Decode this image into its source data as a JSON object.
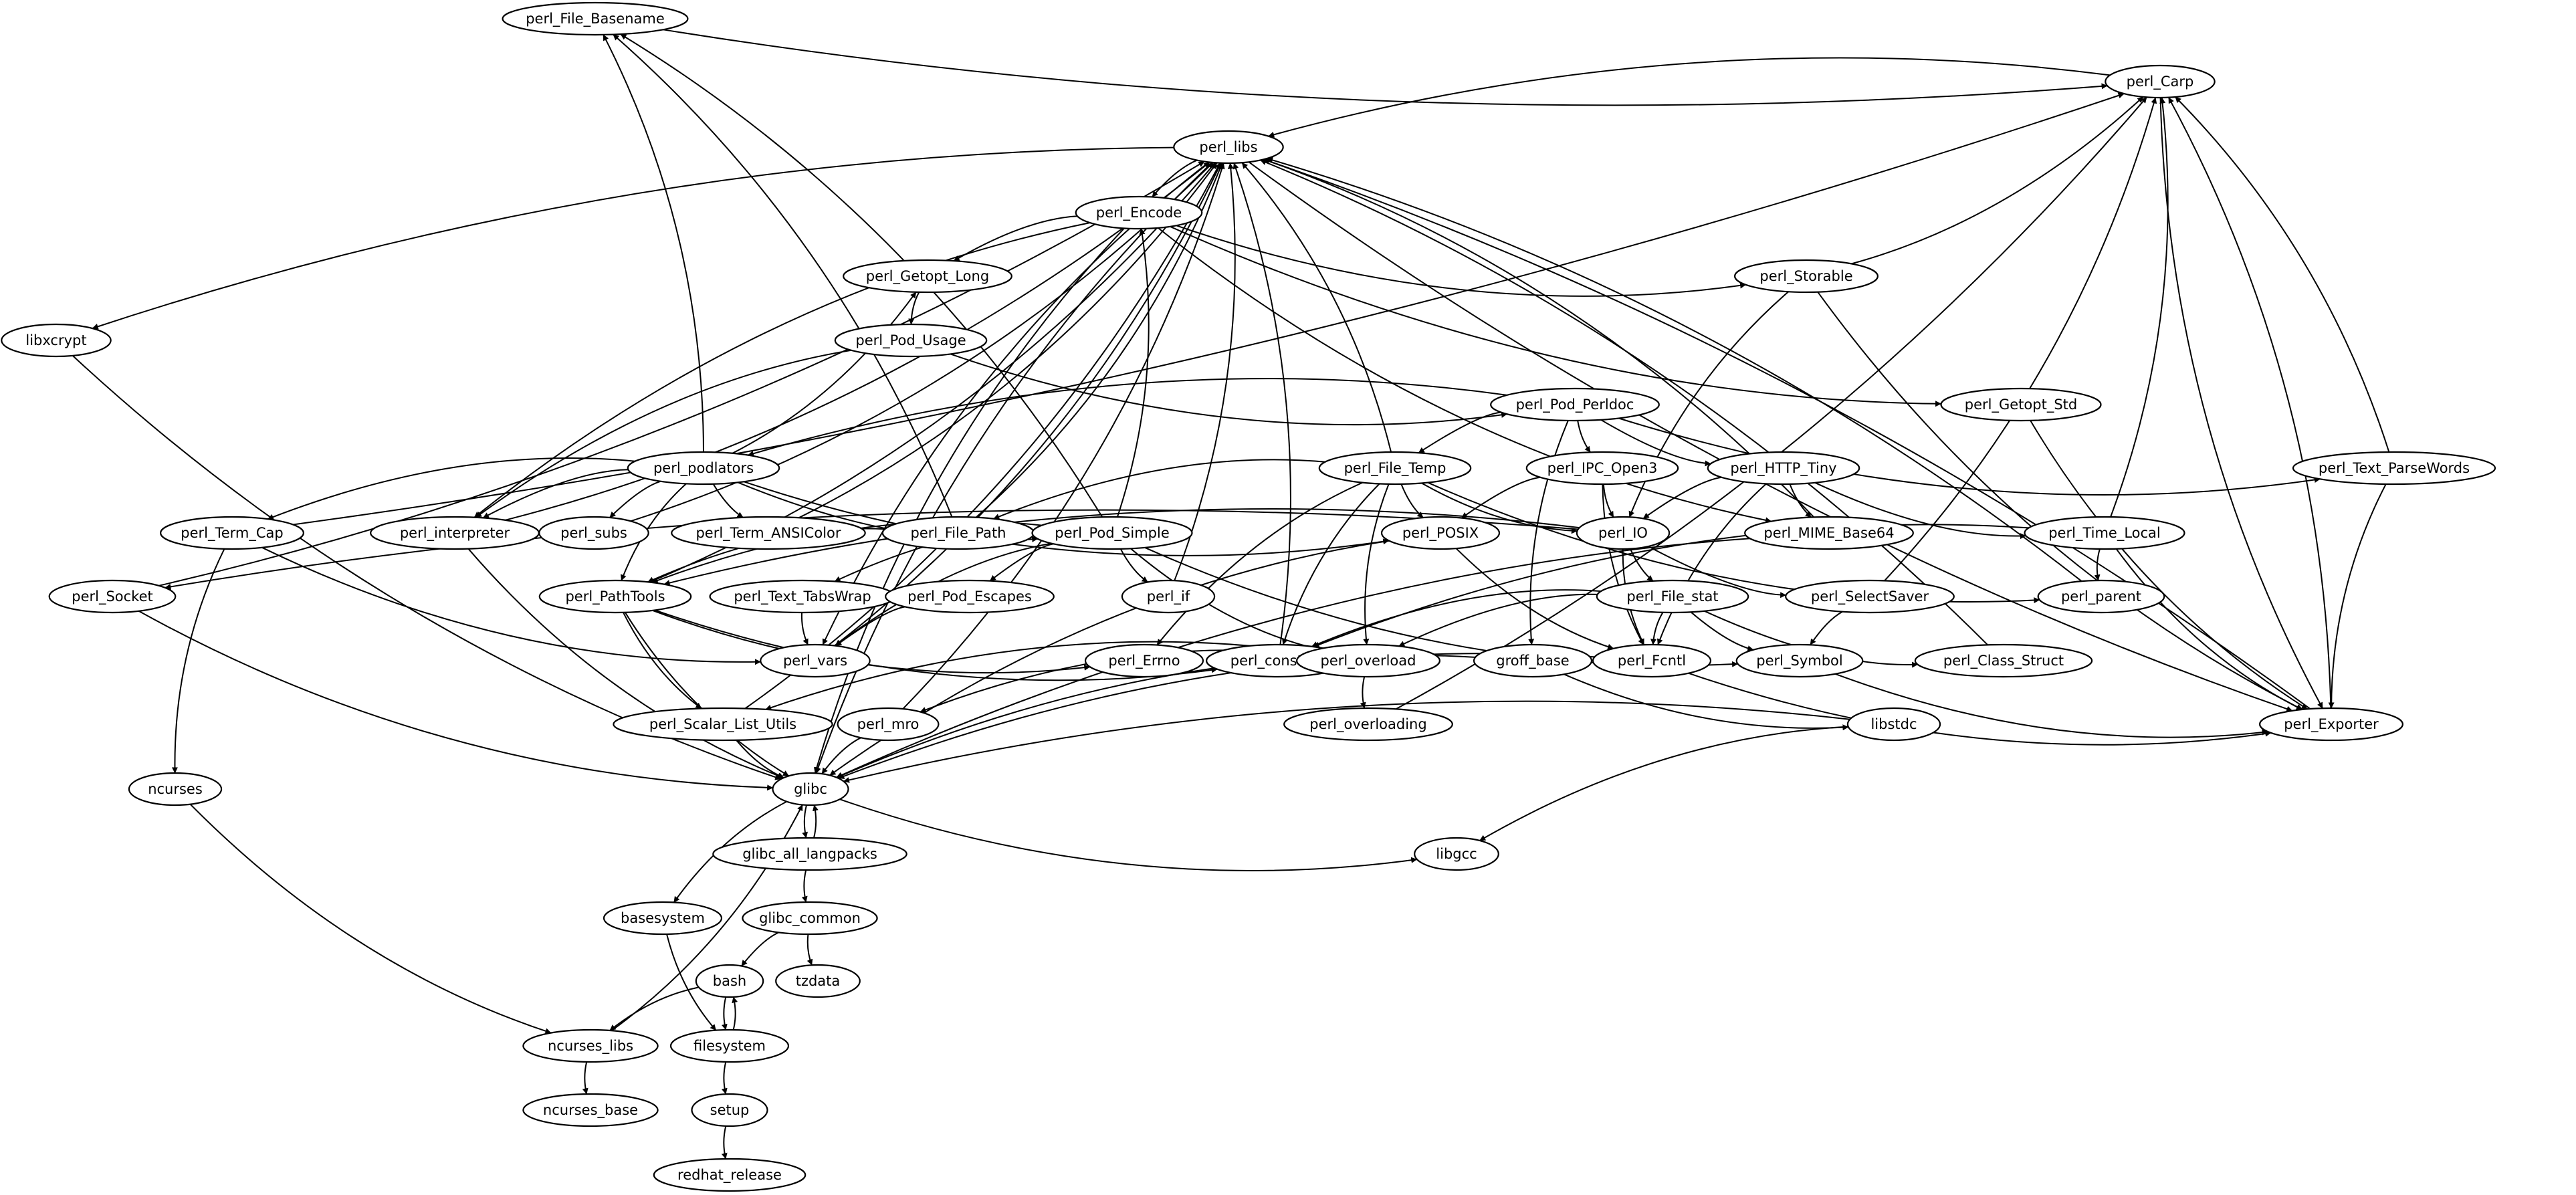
{
  "graph": {
    "nodes": [
      {
        "id": "perl_File_Basename",
        "label": "perl_File_Basename"
      },
      {
        "id": "perl_Carp",
        "label": "perl_Carp"
      },
      {
        "id": "perl_libs",
        "label": "perl_libs"
      },
      {
        "id": "perl_Encode",
        "label": "perl_Encode"
      },
      {
        "id": "perl_Storable",
        "label": "perl_Storable"
      },
      {
        "id": "perl_Getopt_Long",
        "label": "perl_Getopt_Long"
      },
      {
        "id": "libxcrypt",
        "label": "libxcrypt"
      },
      {
        "id": "perl_Pod_Usage",
        "label": "perl_Pod_Usage"
      },
      {
        "id": "perl_Getopt_Std",
        "label": "perl_Getopt_Std"
      },
      {
        "id": "perl_Pod_Perldoc",
        "label": "perl_Pod_Perldoc"
      },
      {
        "id": "perl_podlators",
        "label": "perl_podlators"
      },
      {
        "id": "perl_File_Temp",
        "label": "perl_File_Temp"
      },
      {
        "id": "perl_IPC_Open3",
        "label": "perl_IPC_Open3"
      },
      {
        "id": "perl_HTTP_Tiny",
        "label": "perl_HTTP_Tiny"
      },
      {
        "id": "perl_Text_ParseWords",
        "label": "perl_Text_ParseWords"
      },
      {
        "id": "perl_Term_Cap",
        "label": "perl_Term_Cap"
      },
      {
        "id": "perl_interpreter",
        "label": "perl_interpreter"
      },
      {
        "id": "perl_subs",
        "label": "perl_subs"
      },
      {
        "id": "perl_Term_ANSIColor",
        "label": "perl_Term_ANSIColor"
      },
      {
        "id": "perl_File_Path",
        "label": "perl_File_Path"
      },
      {
        "id": "perl_Pod_Simple",
        "label": "perl_Pod_Simple"
      },
      {
        "id": "perl_POSIX",
        "label": "perl_POSIX"
      },
      {
        "id": "perl_IO",
        "label": "perl_IO"
      },
      {
        "id": "perl_MIME_Base64",
        "label": "perl_MIME_Base64"
      },
      {
        "id": "perl_Time_Local",
        "label": "perl_Time_Local"
      },
      {
        "id": "perl_Socket",
        "label": "perl_Socket"
      },
      {
        "id": "perl_PathTools",
        "label": "perl_PathTools"
      },
      {
        "id": "perl_Text_TabsWrap",
        "label": "perl_Text_TabsWrap"
      },
      {
        "id": "perl_Pod_Escapes",
        "label": "perl_Pod_Escapes"
      },
      {
        "id": "perl_if",
        "label": "perl_if"
      },
      {
        "id": "perl_File_stat",
        "label": "perl_File_stat"
      },
      {
        "id": "perl_SelectSaver",
        "label": "perl_SelectSaver"
      },
      {
        "id": "perl_parent",
        "label": "perl_parent"
      },
      {
        "id": "perl_vars",
        "label": "perl_vars"
      },
      {
        "id": "perl_Errno",
        "label": "perl_Errno"
      },
      {
        "id": "perl_constant",
        "label": "perl_constant"
      },
      {
        "id": "perl_overload",
        "label": "perl_overload"
      },
      {
        "id": "groff_base",
        "label": "groff_base"
      },
      {
        "id": "perl_Fcntl",
        "label": "perl_Fcntl"
      },
      {
        "id": "perl_Symbol",
        "label": "perl_Symbol"
      },
      {
        "id": "perl_Class_Struct",
        "label": "perl_Class_Struct"
      },
      {
        "id": "perl_Scalar_List_Utils",
        "label": "perl_Scalar_List_Utils"
      },
      {
        "id": "perl_mro",
        "label": "perl_mro"
      },
      {
        "id": "perl_overloading",
        "label": "perl_overloading"
      },
      {
        "id": "libstdc",
        "label": "libstdc"
      },
      {
        "id": "perl_Exporter",
        "label": "perl_Exporter"
      },
      {
        "id": "ncurses",
        "label": "ncurses"
      },
      {
        "id": "glibc",
        "label": "glibc"
      },
      {
        "id": "libgcc",
        "label": "libgcc"
      },
      {
        "id": "glibc_all_langpacks",
        "label": "glibc_all_langpacks"
      },
      {
        "id": "basesystem",
        "label": "basesystem"
      },
      {
        "id": "glibc_common",
        "label": "glibc_common"
      },
      {
        "id": "bash",
        "label": "bash"
      },
      {
        "id": "tzdata",
        "label": "tzdata"
      },
      {
        "id": "ncurses_libs",
        "label": "ncurses_libs"
      },
      {
        "id": "filesystem",
        "label": "filesystem"
      },
      {
        "id": "ncurses_base",
        "label": "ncurses_base"
      },
      {
        "id": "setup",
        "label": "setup"
      },
      {
        "id": "redhat_release",
        "label": "redhat_release"
      }
    ],
    "edges": [
      [
        "perl_File_Basename",
        "perl_Carp"
      ],
      [
        "perl_Carp",
        "perl_libs"
      ],
      [
        "perl_Carp",
        "perl_Exporter"
      ],
      [
        "perl_libs",
        "perl_Encode"
      ],
      [
        "perl_libs",
        "libxcrypt"
      ],
      [
        "perl_libs",
        "perl_vars"
      ],
      [
        "perl_libs",
        "perl_Exporter"
      ],
      [
        "perl_libs",
        "glibc"
      ],
      [
        "perl_Encode",
        "perl_Getopt_Long"
      ],
      [
        "perl_Encode",
        "perl_Storable"
      ],
      [
        "perl_Encode",
        "perl_Getopt_Std"
      ],
      [
        "perl_Encode",
        "perl_MIME_Base64"
      ],
      [
        "perl_Encode",
        "perl_interpreter"
      ],
      [
        "perl_Encode",
        "glibc"
      ],
      [
        "perl_Storable",
        "perl_Carp"
      ],
      [
        "perl_Storable",
        "perl_IO"
      ],
      [
        "perl_Storable",
        "perl_Exporter"
      ],
      [
        "perl_Getopt_Long",
        "perl_Pod_Usage"
      ],
      [
        "perl_Pod_Usage",
        "perl_Pod_Perldoc"
      ],
      [
        "perl_Pod_Usage",
        "perl_interpreter"
      ],
      [
        "perl_Getopt_Std",
        "perl_Exporter"
      ],
      [
        "perl_Pod_Perldoc",
        "perl_podlators"
      ],
      [
        "perl_Pod_Perldoc",
        "perl_File_Temp"
      ],
      [
        "perl_Pod_Perldoc",
        "perl_IPC_Open3"
      ],
      [
        "perl_Pod_Perldoc",
        "perl_HTTP_Tiny"
      ],
      [
        "perl_Pod_Perldoc",
        "perl_Text_ParseWords"
      ],
      [
        "perl_Pod_Perldoc",
        "groff_base"
      ],
      [
        "perl_podlators",
        "perl_File_Basename"
      ],
      [
        "perl_podlators",
        "perl_Getopt_Long"
      ],
      [
        "perl_podlators",
        "perl_Term_Cap"
      ],
      [
        "perl_podlators",
        "perl_interpreter"
      ],
      [
        "perl_podlators",
        "perl_subs"
      ],
      [
        "perl_podlators",
        "perl_Term_ANSIColor"
      ],
      [
        "perl_podlators",
        "perl_Pod_Simple"
      ],
      [
        "perl_podlators",
        "perl_PathTools"
      ],
      [
        "perl_podlators",
        "perl_POSIX"
      ],
      [
        "perl_File_Temp",
        "perl_libs"
      ],
      [
        "perl_File_Temp",
        "perl_File_Path"
      ],
      [
        "perl_File_Temp",
        "perl_POSIX"
      ],
      [
        "perl_File_Temp",
        "perl_IO"
      ],
      [
        "perl_File_Temp",
        "perl_parent"
      ],
      [
        "perl_File_Temp",
        "perl_Errno"
      ],
      [
        "perl_File_Temp",
        "perl_constant"
      ],
      [
        "perl_File_Temp",
        "perl_overload"
      ],
      [
        "perl_IPC_Open3",
        "perl_POSIX"
      ],
      [
        "perl_IPC_Open3",
        "perl_IO"
      ],
      [
        "perl_IPC_Open3",
        "perl_Fcntl"
      ],
      [
        "perl_HTTP_Tiny",
        "perl_IO"
      ],
      [
        "perl_HTTP_Tiny",
        "perl_MIME_Base64"
      ],
      [
        "perl_HTTP_Tiny",
        "perl_Time_Local"
      ],
      [
        "perl_HTTP_Tiny",
        "perl_Fcntl"
      ],
      [
        "perl_Text_ParseWords",
        "perl_Carp"
      ],
      [
        "perl_Text_ParseWords",
        "perl_Exporter"
      ],
      [
        "perl_Term_Cap",
        "perl_Carp"
      ],
      [
        "perl_Term_Cap",
        "perl_vars"
      ],
      [
        "perl_Term_Cap",
        "ncurses"
      ],
      [
        "perl_interpreter",
        "perl_libs"
      ],
      [
        "perl_interpreter",
        "glibc"
      ],
      [
        "perl_subs",
        "perl_libs"
      ],
      [
        "perl_Term_ANSIColor",
        "perl_libs"
      ],
      [
        "perl_File_Path",
        "perl_File_Basename"
      ],
      [
        "perl_File_Path",
        "perl_libs"
      ],
      [
        "perl_File_Path",
        "perl_PathTools"
      ],
      [
        "perl_Pod_Simple",
        "perl_File_Basename"
      ],
      [
        "perl_Pod_Simple",
        "perl_Encode"
      ],
      [
        "perl_Pod_Simple",
        "perl_PathTools"
      ],
      [
        "perl_Pod_Simple",
        "perl_Text_TabsWrap"
      ],
      [
        "perl_Pod_Simple",
        "perl_Pod_Escapes"
      ],
      [
        "perl_Pod_Simple",
        "perl_if"
      ],
      [
        "perl_Pod_Simple",
        "perl_vars"
      ],
      [
        "perl_Pod_Simple",
        "perl_Symbol"
      ],
      [
        "perl_Pod_Simple",
        "perl_overload"
      ],
      [
        "perl_POSIX",
        "perl_Fcntl"
      ],
      [
        "perl_POSIX",
        "glibc"
      ],
      [
        "perl_IO",
        "perl_PathTools"
      ],
      [
        "perl_IO",
        "perl_Socket"
      ],
      [
        "perl_IO",
        "perl_File_stat"
      ],
      [
        "perl_IO",
        "perl_SelectSaver"
      ],
      [
        "perl_IO",
        "perl_Fcntl"
      ],
      [
        "perl_MIME_Base64",
        "perl_libs"
      ],
      [
        "perl_MIME_Base64",
        "glibc"
      ],
      [
        "perl_Time_Local",
        "perl_Carp"
      ],
      [
        "perl_Time_Local",
        "perl_parent"
      ],
      [
        "perl_Time_Local",
        "perl_constant"
      ],
      [
        "perl_Time_Local",
        "perl_Exporter"
      ],
      [
        "perl_Socket",
        "perl_libs"
      ],
      [
        "perl_Socket",
        "glibc"
      ],
      [
        "perl_PathTools",
        "perl_libs"
      ],
      [
        "perl_PathTools",
        "perl_Errno"
      ],
      [
        "perl_PathTools",
        "perl_constant"
      ],
      [
        "perl_PathTools",
        "perl_Scalar_List_Utils"
      ],
      [
        "perl_PathTools",
        "glibc"
      ],
      [
        "perl_Text_TabsWrap",
        "perl_vars"
      ],
      [
        "perl_Pod_Escapes",
        "perl_vars"
      ],
      [
        "perl_if",
        "perl_libs"
      ],
      [
        "perl_File_stat",
        "perl_constant"
      ],
      [
        "perl_File_stat",
        "perl_overload"
      ],
      [
        "perl_File_stat",
        "perl_Fcntl"
      ],
      [
        "perl_File_stat",
        "perl_Symbol"
      ],
      [
        "perl_File_stat",
        "perl_Class_Struct"
      ],
      [
        "perl_SelectSaver",
        "perl_Carp"
      ],
      [
        "perl_SelectSaver",
        "perl_Symbol"
      ],
      [
        "perl_parent",
        "perl_libs"
      ],
      [
        "perl_vars",
        "perl_libs"
      ],
      [
        "perl_constant",
        "perl_libs"
      ],
      [
        "perl_overload",
        "perl_overloading"
      ],
      [
        "perl_overload",
        "perl_mro"
      ],
      [
        "perl_overload",
        "perl_Scalar_List_Utils"
      ],
      [
        "groff_base",
        "glibc"
      ],
      [
        "groff_base",
        "libstdc"
      ],
      [
        "perl_Fcntl",
        "perl_Exporter"
      ],
      [
        "perl_Fcntl",
        "glibc"
      ],
      [
        "perl_Symbol",
        "perl_Exporter"
      ],
      [
        "perl_Class_Struct",
        "perl_libs"
      ],
      [
        "perl_Scalar_List_Utils",
        "perl_libs"
      ],
      [
        "perl_Scalar_List_Utils",
        "glibc"
      ],
      [
        "perl_mro",
        "perl_libs"
      ],
      [
        "perl_mro",
        "glibc"
      ],
      [
        "perl_overloading",
        "perl_Carp"
      ],
      [
        "libstdc",
        "glibc"
      ],
      [
        "libstdc",
        "libgcc"
      ],
      [
        "perl_Exporter",
        "perl_Carp"
      ],
      [
        "perl_Exporter",
        "perl_libs"
      ],
      [
        "libxcrypt",
        "glibc"
      ],
      [
        "ncurses",
        "ncurses_libs"
      ],
      [
        "glibc",
        "libgcc"
      ],
      [
        "glibc",
        "glibc_all_langpacks"
      ],
      [
        "glibc",
        "basesystem"
      ],
      [
        "glibc_all_langpacks",
        "glibc"
      ],
      [
        "glibc_all_langpacks",
        "glibc_common"
      ],
      [
        "basesystem",
        "filesystem"
      ],
      [
        "glibc_common",
        "bash"
      ],
      [
        "glibc_common",
        "tzdata"
      ],
      [
        "bash",
        "ncurses_libs"
      ],
      [
        "bash",
        "filesystem"
      ],
      [
        "ncurses_libs",
        "glibc"
      ],
      [
        "ncurses_libs",
        "ncurses_base"
      ],
      [
        "filesystem",
        "bash"
      ],
      [
        "filesystem",
        "setup"
      ],
      [
        "setup",
        "redhat_release"
      ]
    ]
  }
}
